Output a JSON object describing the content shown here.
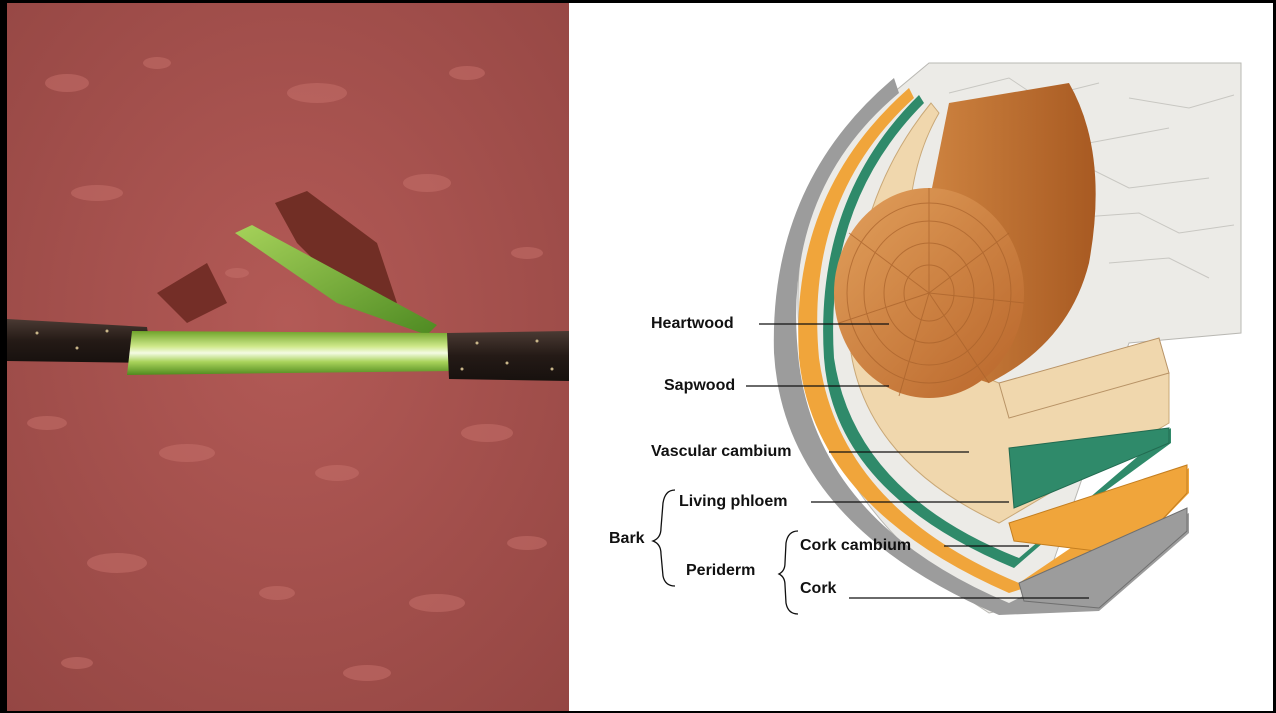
{
  "diagram": {
    "labels": {
      "heartwood": "Heartwood",
      "sapwood": "Sapwood",
      "vascular_cambium": "Vascular cambium",
      "living_phloem": "Living phloem",
      "bark": "Bark",
      "periderm": "Periderm",
      "cork_cambium": "Cork cambium",
      "cork": "Cork"
    }
  },
  "colors": {
    "photo_background": "#a8534f",
    "twig_bark": "#2b211d",
    "exposed_green": "#8dbf3a",
    "heartwood": "#c97a3a",
    "sapwood": "#f0d7ad",
    "vascular_cambium": "#2f8a6a",
    "living_phloem": "#f0a53b",
    "cork": "#9a9a9a",
    "outer_bark": "#ecebe7"
  }
}
